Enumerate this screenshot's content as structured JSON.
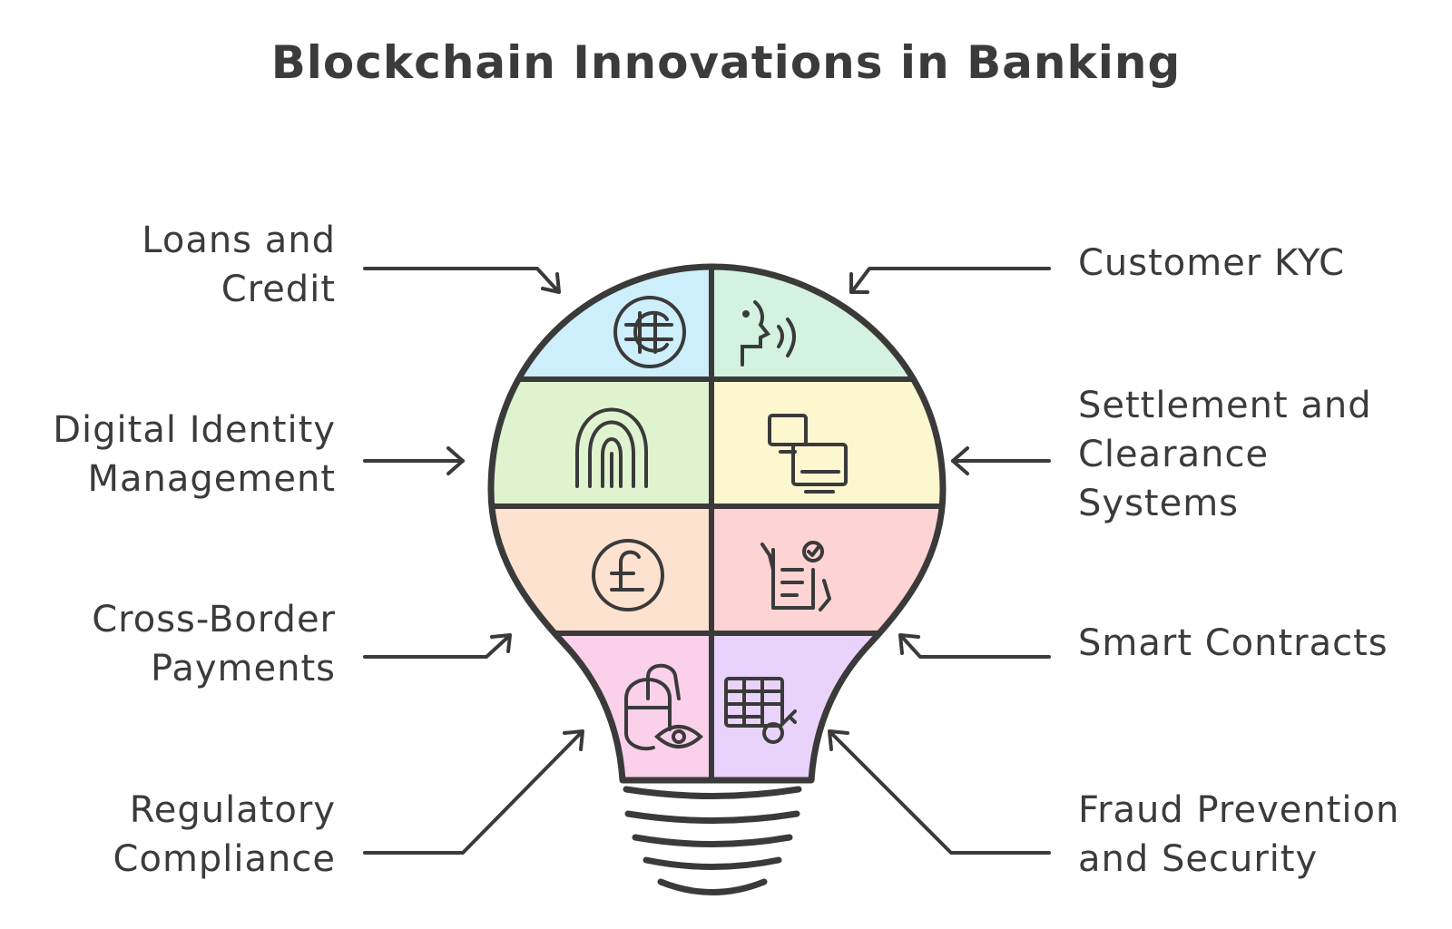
{
  "title": "Blockchain Innovations in Banking",
  "left_labels": [
    {
      "id": "loans",
      "text": "Loans and\nCredit",
      "icon": "coin-symbol-icon"
    },
    {
      "id": "identity",
      "text": "Digital Identity\nManagement",
      "icon": "fingerprint-icon"
    },
    {
      "id": "payments",
      "text": "Cross-Border\nPayments",
      "icon": "pound-coin-icon"
    },
    {
      "id": "compliance",
      "text": "Regulatory\nCompliance",
      "icon": "mouse-eye-icon"
    }
  ],
  "right_labels": [
    {
      "id": "kyc",
      "text": "Customer KYC",
      "icon": "voice-profile-icon"
    },
    {
      "id": "settlement",
      "text": "Settlement and\nClearance\nSystems",
      "icon": "connected-monitors-icon"
    },
    {
      "id": "contracts",
      "text": "Smart Contracts",
      "icon": "signed-document-icon"
    },
    {
      "id": "fraud",
      "text": "Fraud Prevention\nand Security",
      "icon": "table-key-icon"
    }
  ],
  "colors": {
    "outline": "#3a3a3a",
    "blue": "#cdeefb",
    "mint": "#d3f3e0",
    "green": "#dff3cf",
    "yellow": "#fcf7cf",
    "peach": "#fce2cf",
    "salmon": "#fdd3d3",
    "pink": "#fbd0ea",
    "lavender": "#e9d3fb",
    "base": "#f2f2f2"
  }
}
